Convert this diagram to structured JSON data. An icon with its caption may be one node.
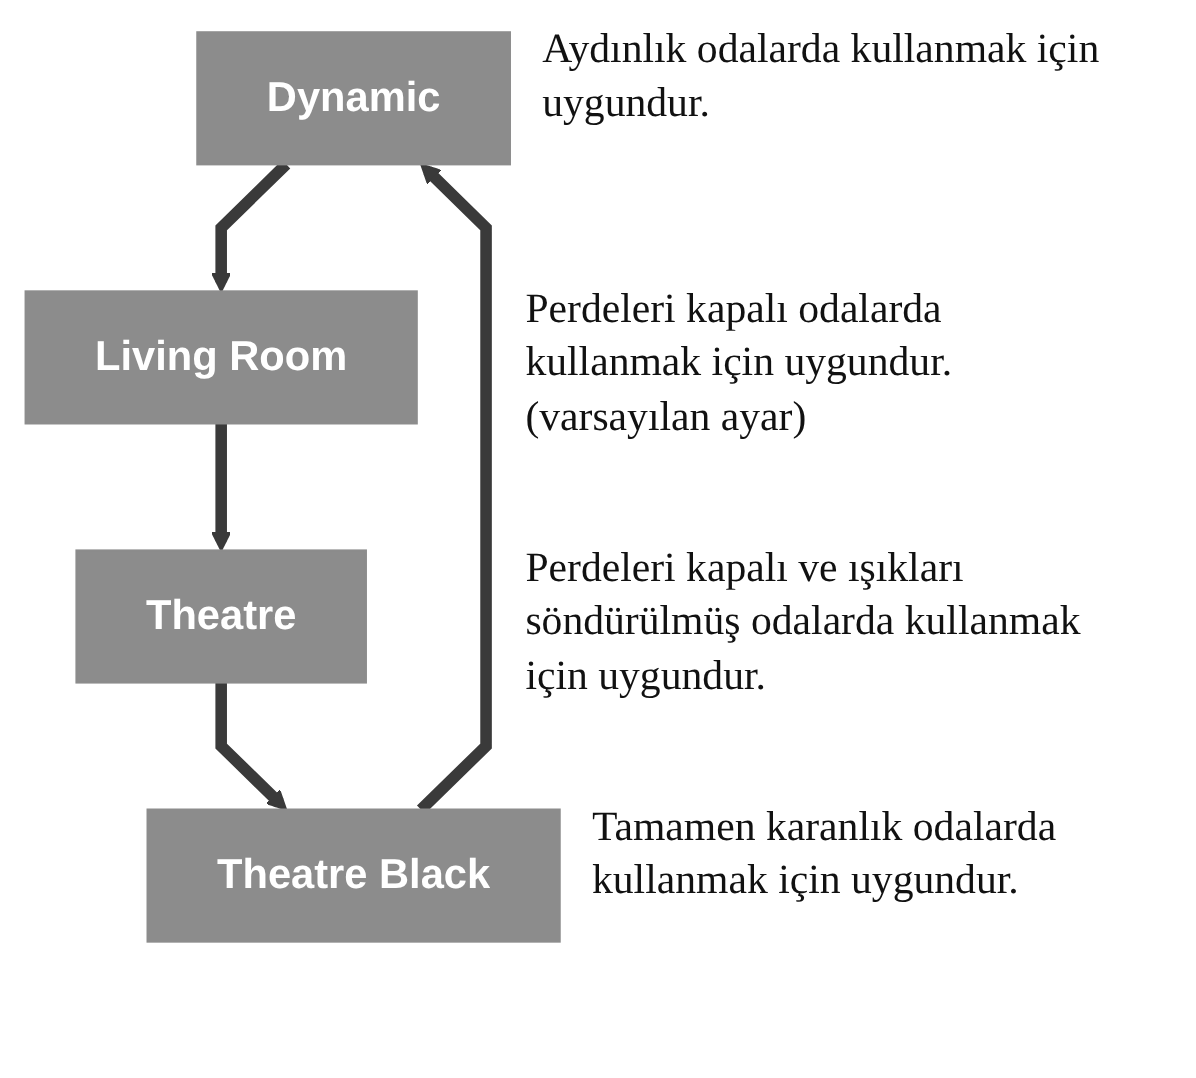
{
  "diagram": {
    "nodes": [
      {
        "text": [
          "Dynamic"
        ],
        "beside": [
          "Aydınlık odalarda kullanmak için uygundur."
        ]
      },
      {
        "text": [
          "Living Room"
        ],
        "beside": [
          "Perdeleri kapalı odalarda kullanmak için uygundur.",
          "(varsayılan ayar)"
        ]
      },
      {
        "text": [
          "Theatre"
        ],
        "beside": [
          "Perdeleri kapalı ve ışıkları söndürülmüş odalarda kullanmak için uygundur."
        ]
      },
      {
        "text": [
          "Theatre Black"
        ],
        "beside": [
          "Tamamen karanlık odalarda kullanmak için uygundur."
        ]
      }
    ],
    "edges": [
      {
        "from": 0,
        "to": 1,
        "arrow": "to"
      },
      {
        "from": 1,
        "to": 2,
        "arrow": "to"
      },
      {
        "from": 2,
        "to": 3,
        "arrow": "to"
      },
      {
        "from": 3,
        "to": 0,
        "arrow": "to"
      }
    ]
  }
}
